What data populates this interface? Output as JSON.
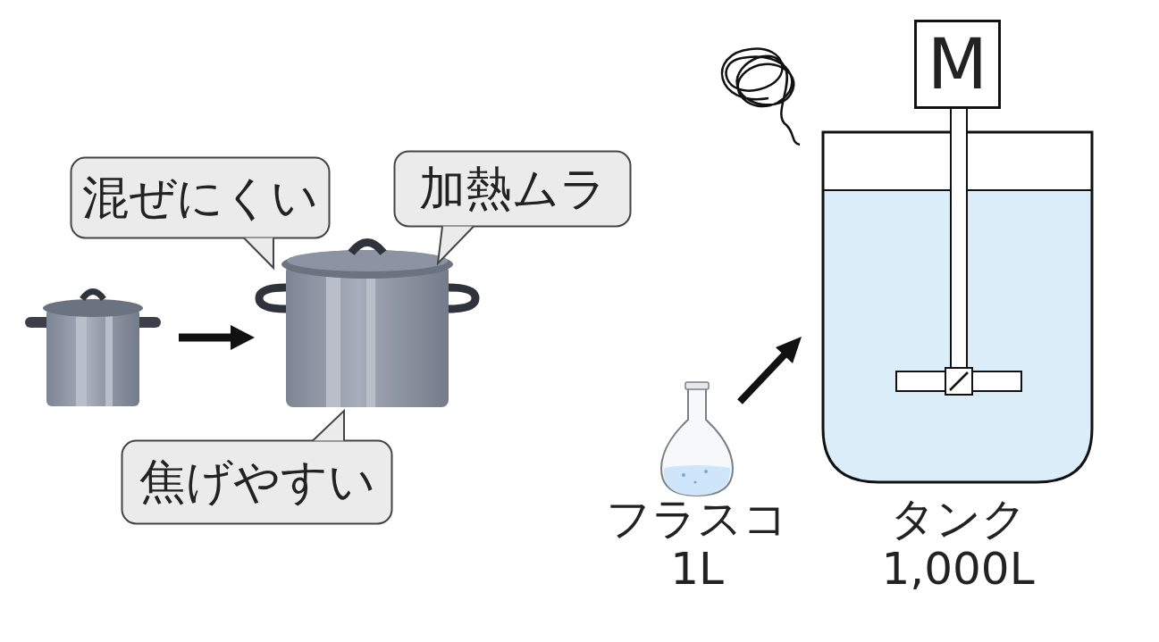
{
  "diagram": {
    "nodes": [
      {
        "text": [
          "混ぜにくい"
        ]
      },
      {
        "text": [
          "加熱ムラ"
        ]
      },
      {
        "text": [
          "焦げやすい"
        ]
      },
      {
        "text": [
          "M"
        ]
      }
    ],
    "labels": [
      "フラスコ",
      "1L",
      "タンク",
      "1,000L"
    ]
  }
}
